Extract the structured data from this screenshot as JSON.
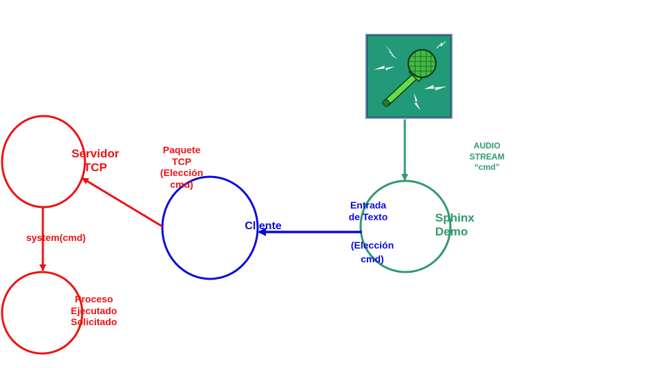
{
  "colors": {
    "red": "#ee1111",
    "blue": "#0a0add",
    "green": "#2e9a6a",
    "mic_bg": "#229977",
    "mic_frame": "#1a3f7a",
    "mic_body": "#66dd44",
    "bolt": "#ffffff"
  },
  "icons": [
    "microphone-icon",
    "lightning-bolt-icon"
  ],
  "nodes": {
    "servidor": {
      "line1": "Servidor",
      "line2": "TCP"
    },
    "proceso": {
      "line1": "Proceso",
      "line2": "Ejecutado",
      "line3": "Solicitado"
    },
    "cliente": {
      "label": "Cliente"
    },
    "sphinx": {
      "line1": "Sphinx",
      "line2": "Demo"
    }
  },
  "edges": {
    "system_cmd": {
      "label": "system(cmd)"
    },
    "paquete": {
      "line1": "Paquete",
      "line2": "TCP",
      "line3": "(Elección",
      "line4": "cmd)"
    },
    "entrada": {
      "line1": "Entrada",
      "line2": "de Texto",
      "line3": "(Elección",
      "line4": "cmd)"
    },
    "audio": {
      "line1": "AUDIO",
      "line2": "STREAM",
      "line3": "“cmd”"
    }
  }
}
